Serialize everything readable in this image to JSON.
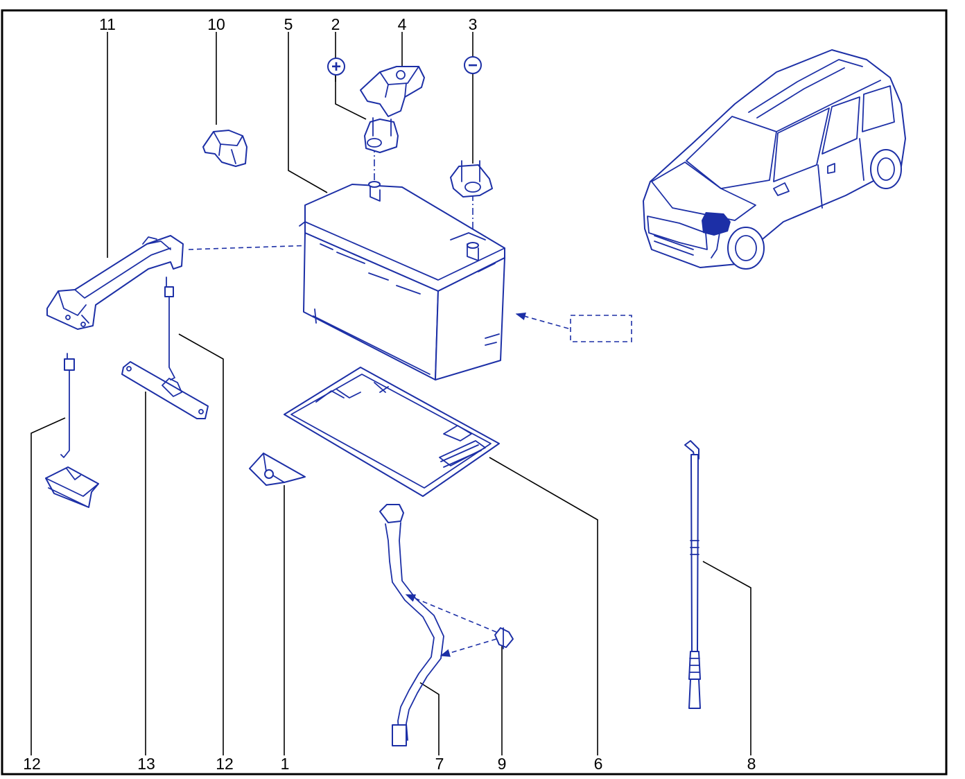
{
  "colors": {
    "line": "#1c2fa6",
    "callout": "#000000",
    "frame": "#000000",
    "background": "#ffffff"
  },
  "callouts": {
    "c11": "11",
    "c10": "10",
    "c5": "5",
    "c2": "2",
    "c4": "4",
    "c3": "3",
    "c12_left": "12",
    "c13": "13",
    "c12_right": "12",
    "c1": "1",
    "c7": "7",
    "c9": "9",
    "c6": "6",
    "c8": "8"
  },
  "symbols": {
    "positive": "+",
    "negative": "−"
  },
  "parts": [
    "battery-hold-down-bracket",
    "battery-terminal-cover",
    "positive-terminal-clamp",
    "negative-terminal-clamp",
    "battery",
    "battery-tray",
    "vent-hose",
    "support-rod",
    "hose-clip",
    "retaining-bolt",
    "clamp-plate",
    "vehicle-view"
  ]
}
